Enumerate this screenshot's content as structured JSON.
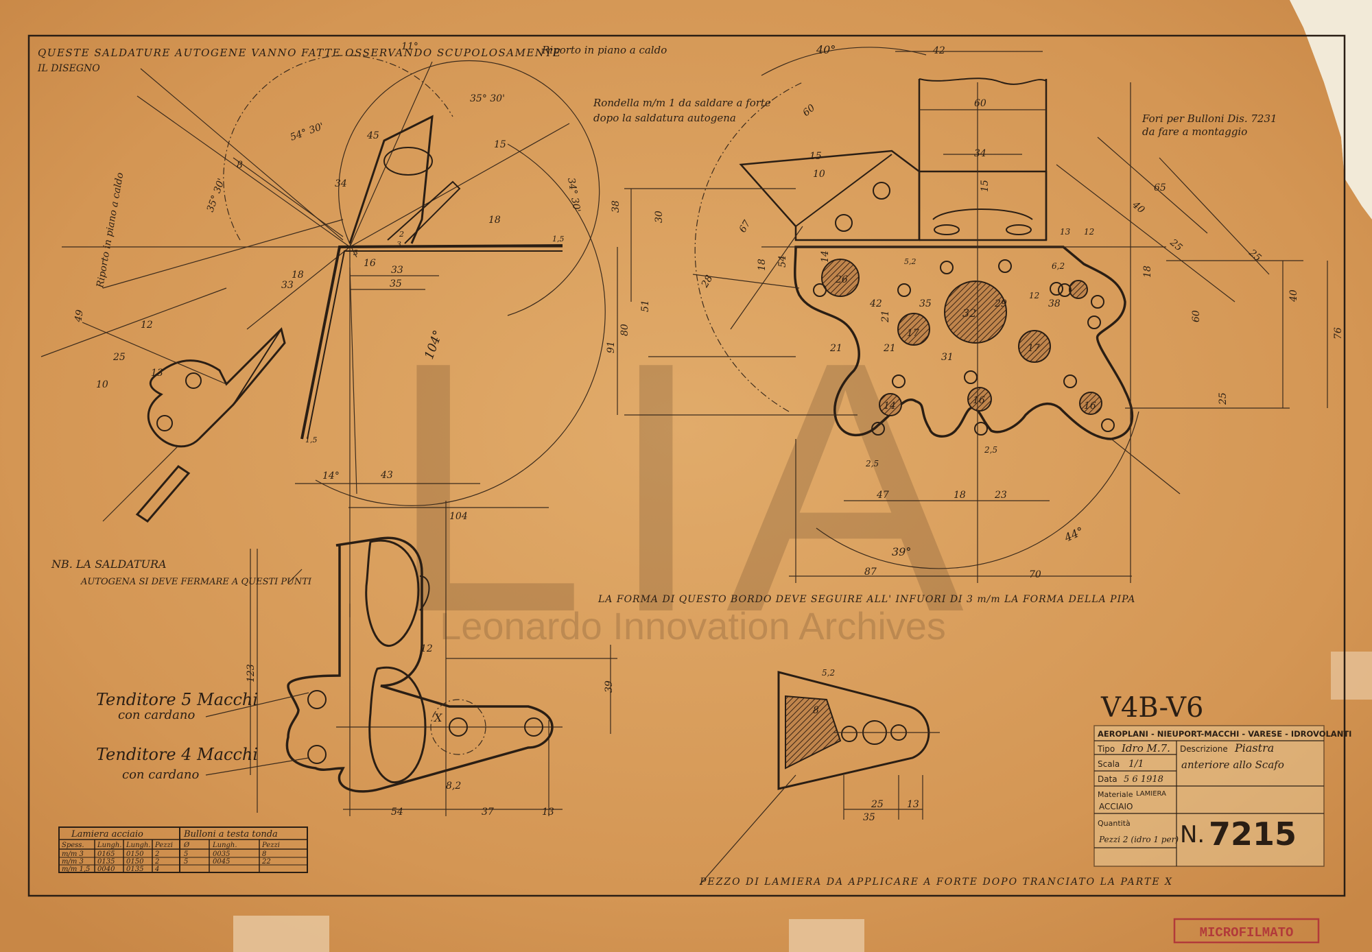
{
  "notes": {
    "weld_note_1": "QUESTE SALDATURE AUTOGENE VANNO FATTE OSSERVANDO SCUPOLOSAMENTE",
    "weld_note_2": "IL DISEGNO",
    "riporto_caldo": "Riporto in piano a caldo",
    "riporto_caldo_vert": "Riporto in piano a caldo",
    "rondella_1": "Rondella m/m 1 da saldare a forte",
    "rondella_2": "dopo la saldatura autogena",
    "fori_1": "Fori per Bulloni Dis. 7231",
    "fori_2": "da fare a montaggio",
    "nb_1": "NB. LA SALDATURA",
    "nb_2": "AUTOGENA SI DEVE FERMARE A QUESTI PUNTI",
    "bordo": "LA FORMA DI QUESTO BORDO DEVE SEGUIRE ALL' INFUORI DI 3 m/m LA FORMA DELLA PIPA",
    "pezzo": "PEZZO DI LAMIERA DA APPLICARE A FORTE DOPO TRANCIATO LA PARTE X",
    "tenditore5_1": "Tenditore 5 Macchi",
    "tenditore5_2": "con cardano",
    "tenditore4_1": "Tenditore 4 Macchi",
    "tenditore4_2": "con cardano",
    "x_mark": "X"
  },
  "dimensions": {
    "d11": "11°",
    "d45": "45",
    "d54_30": "54° 30'",
    "d8": "8",
    "d34": "34",
    "d35_30a": "35° 30'",
    "d35_30b": "35° 30'",
    "d34_30": "34° 30'",
    "d15": "15",
    "d18": "18",
    "d33": "33",
    "d33b": "33",
    "d16": "16",
    "d35": "35",
    "d18b": "18",
    "d104deg": "104°",
    "d14deg": "14°",
    "d43": "43",
    "d104": "104",
    "d49": "49",
    "d12": "12",
    "d25": "25",
    "d13": "13",
    "d10": "10",
    "d1_5": "1,5",
    "d1_5b": "1,5",
    "d2": "2",
    "d3": "3",
    "d3b": "3",
    "d40deg": "40°",
    "d42": "42",
    "d60": "60",
    "d34b": "34",
    "d60b": "60",
    "d10b": "10",
    "d15b": "15",
    "d15c": "15",
    "d38": "38",
    "d30": "30",
    "d67": "67",
    "d28": "28",
    "d18c": "18",
    "d54": "54",
    "d80": "80",
    "d51": "51",
    "d91": "91",
    "d14": "14",
    "d26": "26",
    "d42b": "42",
    "d35b": "35",
    "d32": "32",
    "d29": "29",
    "d5_2": "5,2",
    "d21": "21",
    "d21b": "21",
    "d21c": "21",
    "d17": "17",
    "d17b": "17",
    "d16b": "16",
    "d31": "31",
    "d14b": "14",
    "d16c": "16",
    "d38b": "38",
    "d6_2": "6,2",
    "d12b": "12",
    "d65": "65",
    "d40": "40",
    "d25b": "25",
    "d25c": "25",
    "d13b": "13",
    "d12c": "12",
    "d18d": "18",
    "d60c": "60",
    "d40b": "40",
    "d76": "76",
    "d25d": "25",
    "d47": "47",
    "d18e": "18",
    "d23": "23",
    "d2_5": "2,5",
    "d2_5b": "2,5",
    "d44deg": "44°",
    "d39deg": "39°",
    "d87": "87",
    "d70": "70",
    "d123": "123",
    "d39": "39",
    "d12d": "12",
    "d8_2": "8,2",
    "d54b": "54",
    "d37": "37",
    "d13c": "13",
    "d5_2b": "5,2",
    "d25e": "25",
    "d35c": "35",
    "d13d": "13",
    "d8b": "8"
  },
  "table": {
    "group1": "Lamiera acciaio",
    "group2": "Bulloni a testa tonda",
    "headers": [
      "Spess.",
      "Lungh.",
      "Lungh.",
      "Pezzi",
      "Ø",
      "Lungh.",
      "Pezzi"
    ],
    "rows": [
      [
        "m/m 3",
        "0165",
        "0150",
        "2",
        "5",
        "0035",
        "8"
      ],
      [
        "m/m 3",
        "0135",
        "0150",
        "2",
        "5",
        "0045",
        "22"
      ],
      [
        "m/m 1,5",
        "0040",
        "0135",
        "4",
        "",
        "",
        ""
      ]
    ]
  },
  "title_block": {
    "handwritten": "V4B-V6",
    "header": "AEROPLANI - NIEUPORT-MACCHI - VARESE - IDROVOLANTI",
    "tipo_label": "Tipo",
    "tipo_value": "Idro M.7.",
    "descr_label": "Descrizione",
    "descr_value_1": "Piastra",
    "descr_value_2": "anteriore allo Scafo",
    "scala_label": "Scala",
    "scala_value": "1/1",
    "data_label": "Data",
    "data_value": "5 6 1918",
    "materiale_label": "Materiale",
    "materiale_value_1": "LAMIERA",
    "materiale_value_2": "ACCIAIO",
    "quantita_label": "Quantità",
    "quantita_value": "Pezzi 2 (idro 1 per)",
    "n_label": "N.",
    "number": "7215"
  },
  "watermark": {
    "letters": "LIA",
    "text": "Leonardo Innovation Archives"
  },
  "stamp": "MICROFILMATO",
  "colors": {
    "paper": "#d59a5a",
    "ink": "#2a1e14",
    "stamp": "#b23a3a"
  }
}
